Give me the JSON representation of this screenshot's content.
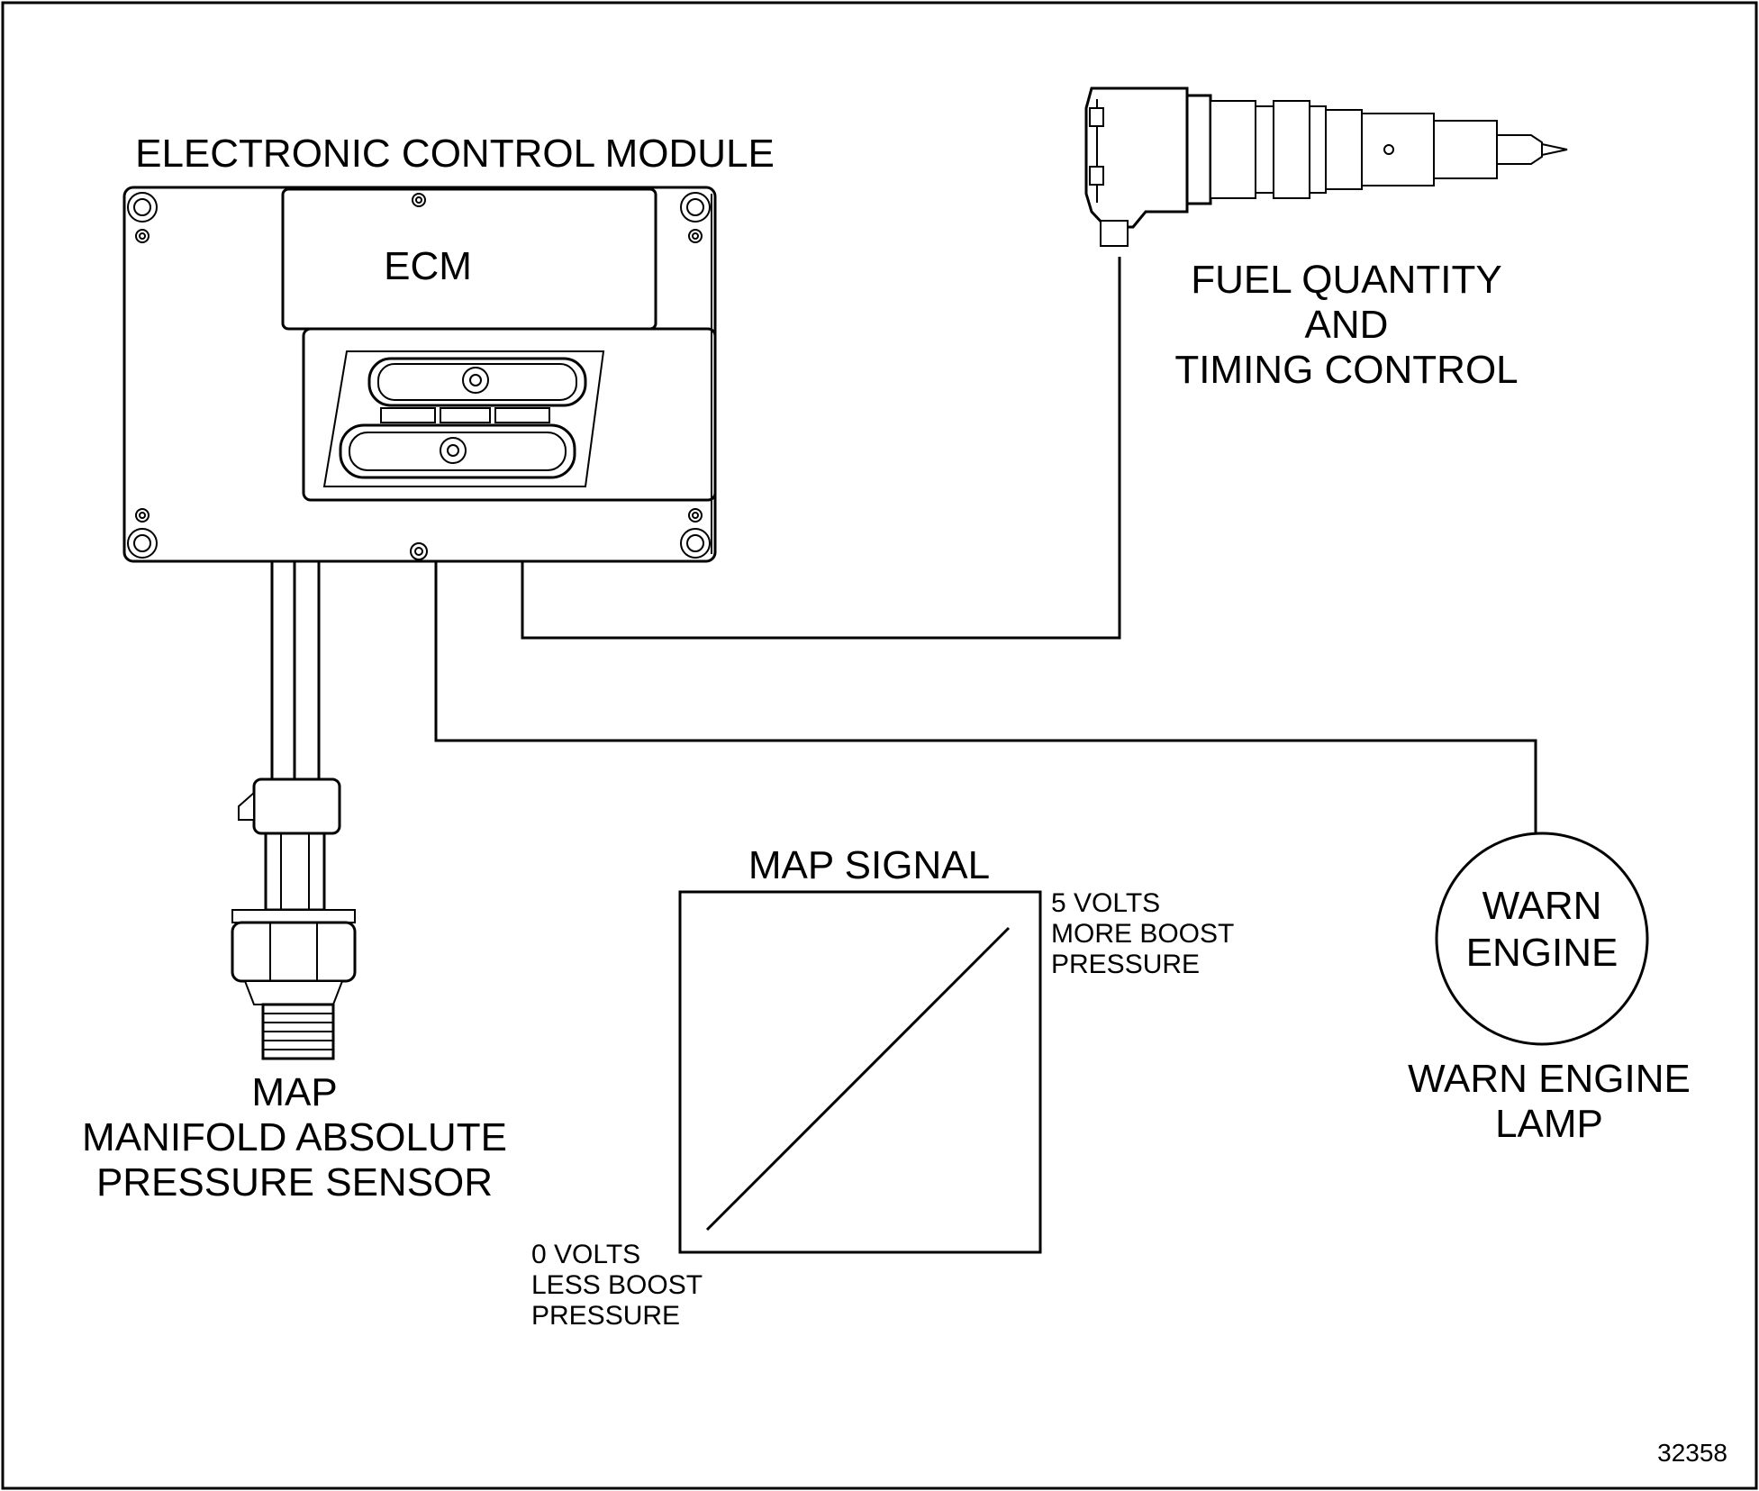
{
  "labels": {
    "ecm_title": "ELECTRONIC CONTROL MODULE",
    "ecm_face": "ECM",
    "injector_line1": "FUEL QUANTITY",
    "injector_line2": "AND",
    "injector_line3": "TIMING CONTROL",
    "map_line1": "MAP",
    "map_line2": "MANIFOLD ABSOLUTE",
    "map_line3": "PRESSURE SENSOR",
    "graph_title": "MAP SIGNAL",
    "high_line1": "5 VOLTS",
    "high_line2": "MORE BOOST",
    "high_line3": "PRESSURE",
    "low_line1": "0 VOLTS",
    "low_line2": "LESS BOOST",
    "low_line3": "PRESSURE",
    "lamp_face1": "WARN",
    "lamp_face2": "ENGINE",
    "lamp_caption1": "WARN ENGINE",
    "lamp_caption2": "LAMP",
    "figure_number": "32358"
  }
}
